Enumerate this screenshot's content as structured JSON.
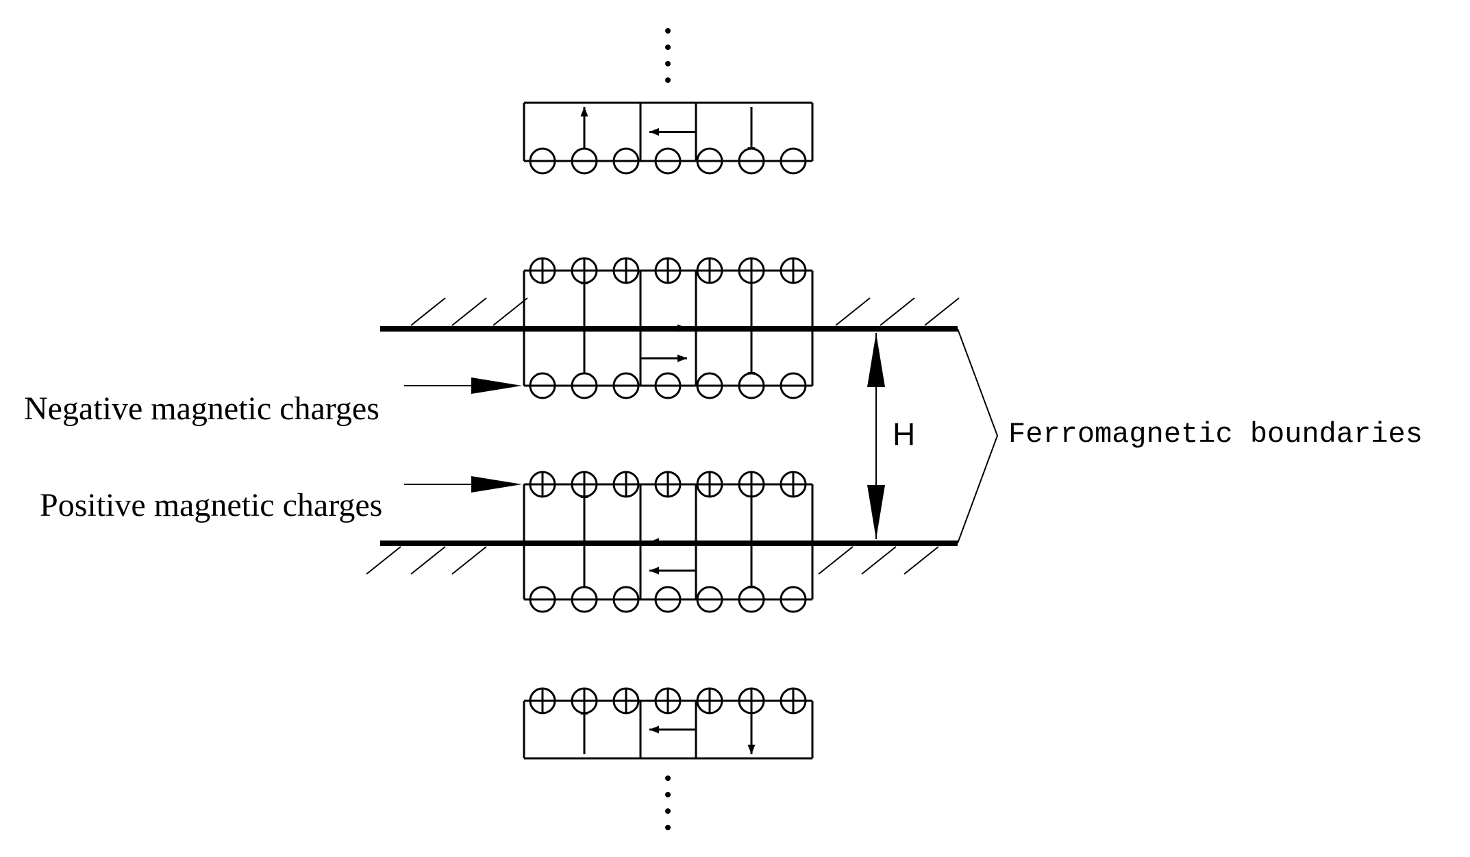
{
  "labels": {
    "negative": "Negative magnetic charges",
    "positive": "Positive magnetic charges",
    "boundaries": "Ferromagnetic boundaries",
    "gap": "H"
  },
  "colors": {
    "ink": "#000000",
    "background": "#ffffff"
  },
  "legend_symbols": {
    "negative_charge": "circle-minus",
    "positive_charge": "circle-plus"
  }
}
